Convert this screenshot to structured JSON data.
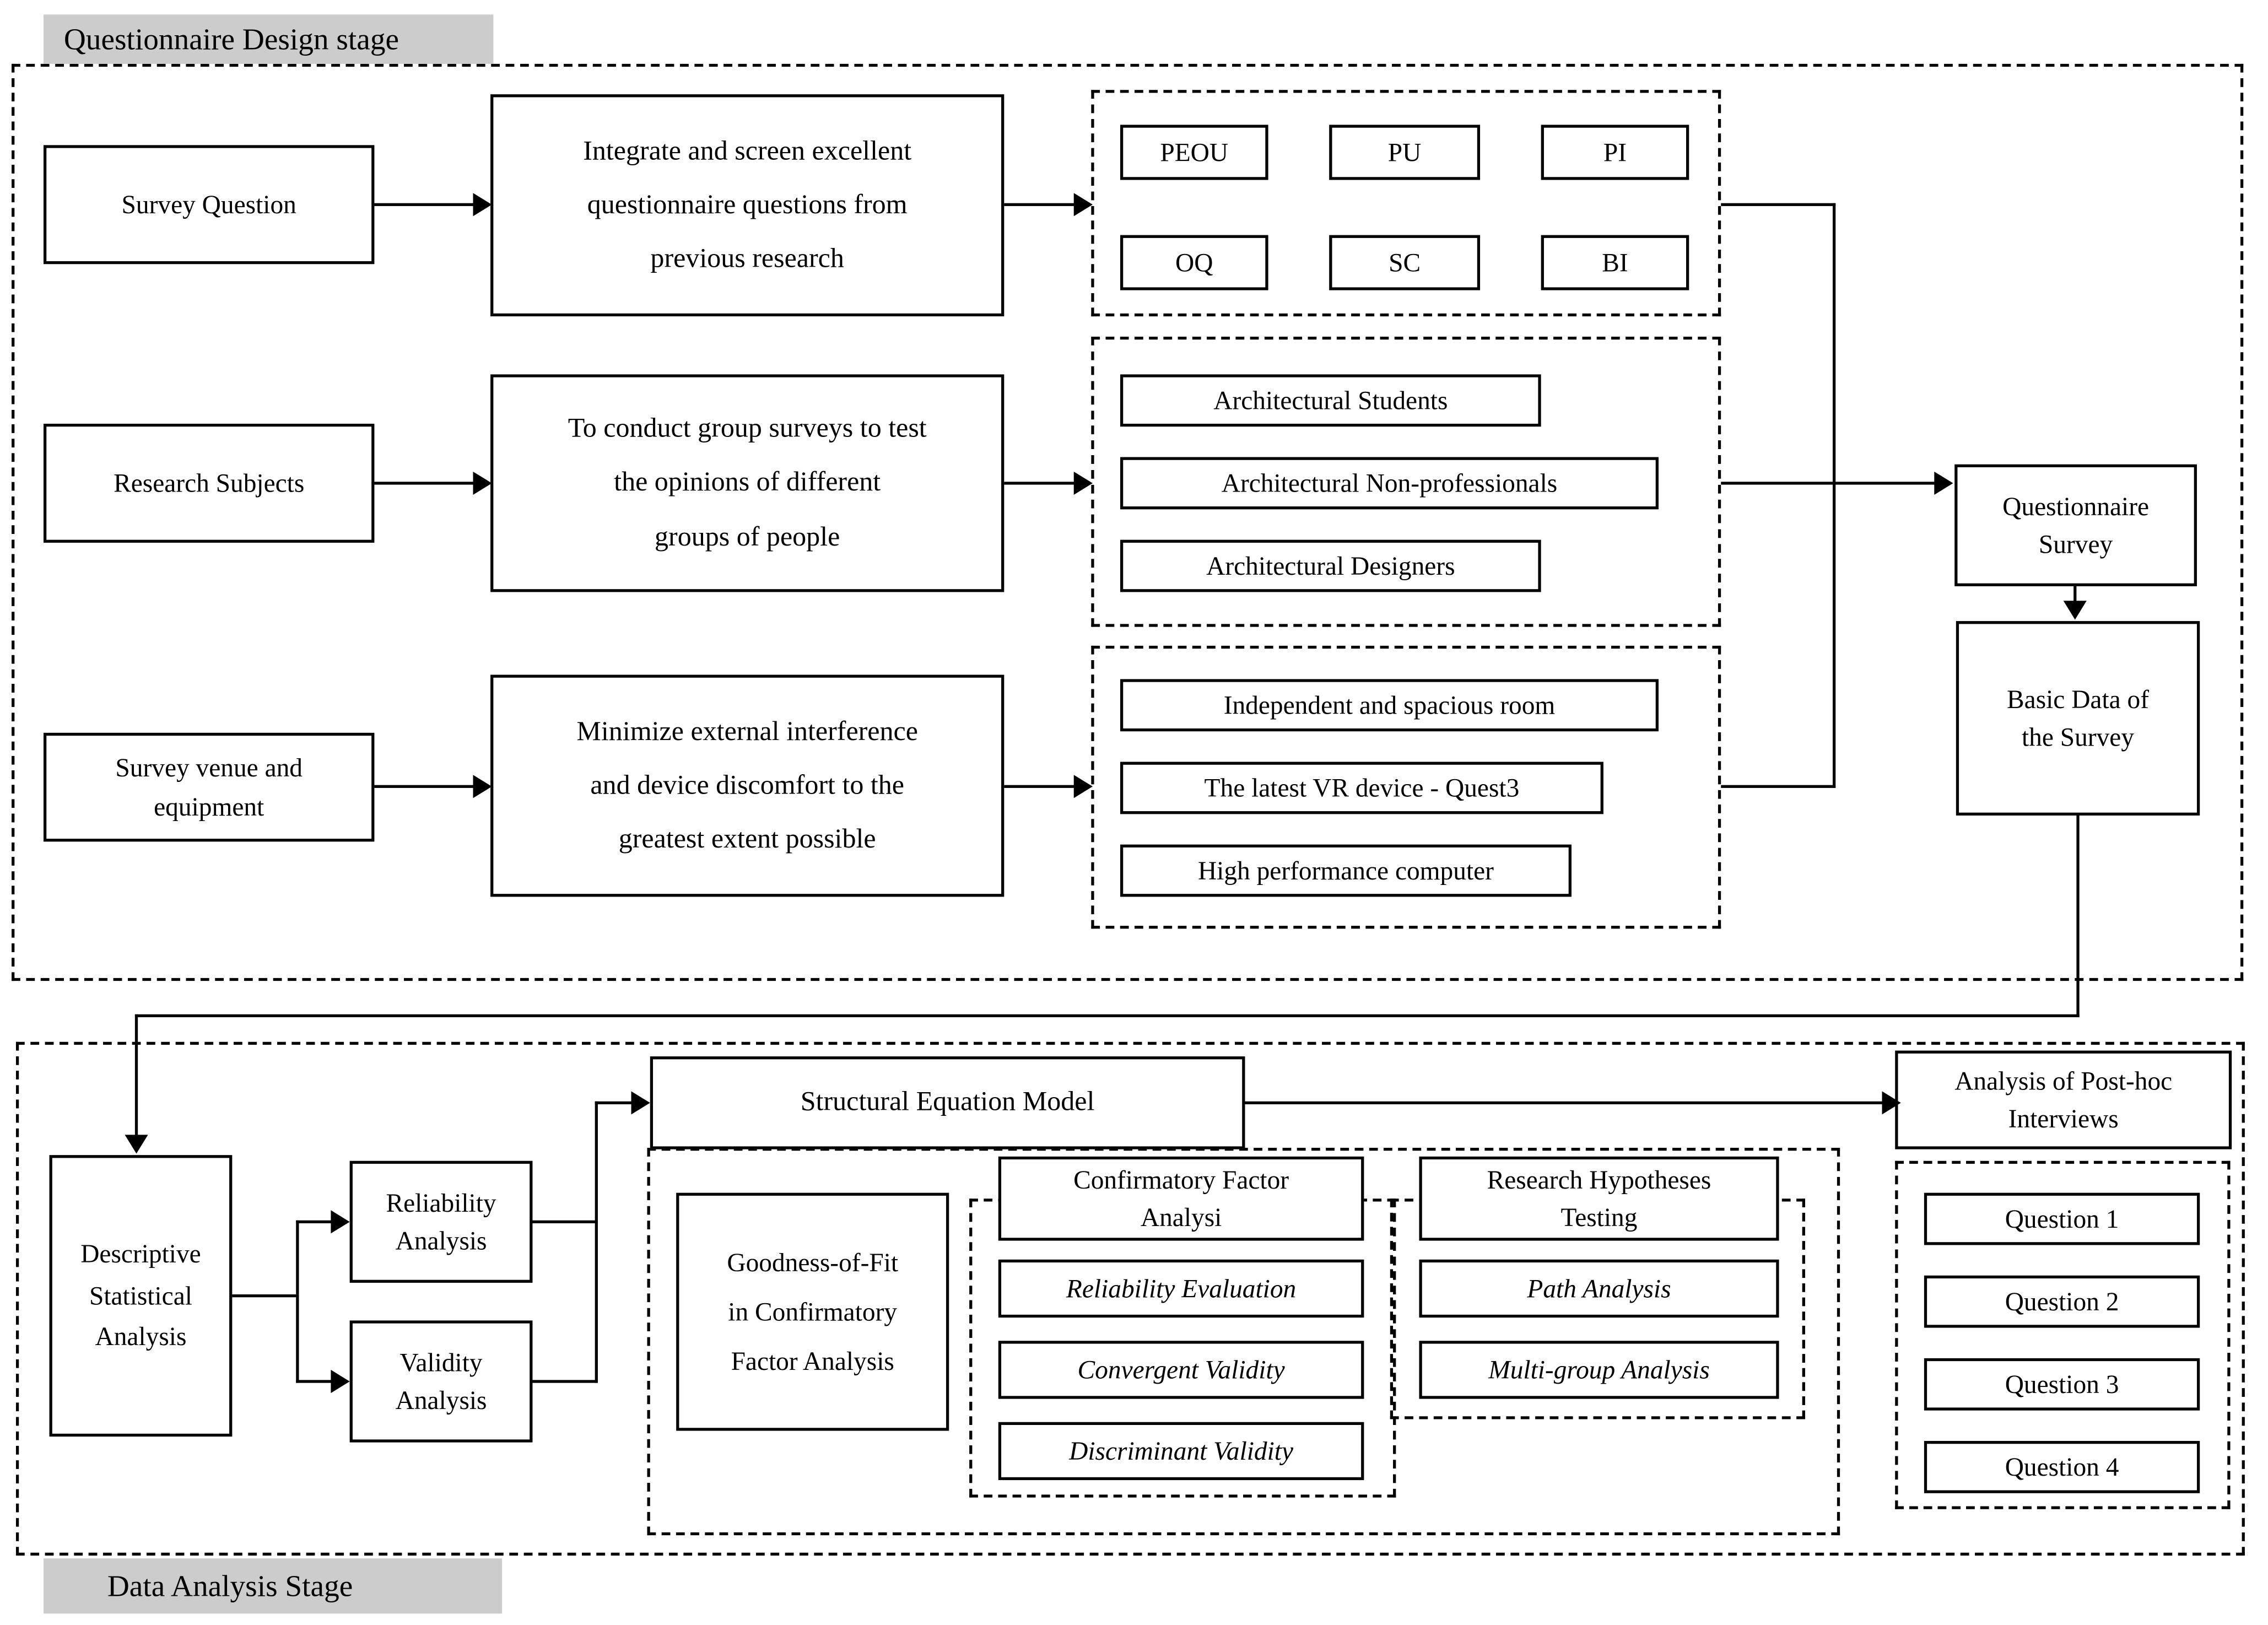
{
  "stage1": {
    "label": "Questionnaire Design stage",
    "rows": [
      {
        "source": "Survey Question",
        "action": "Integrate and screen excellent\nquestionnaire questions from\nprevious research",
        "outputs": [
          "PEOU",
          "PU",
          "PI",
          "OQ",
          "SC",
          "BI"
        ]
      },
      {
        "source": "Research Subjects",
        "action": "To conduct group surveys to test\nthe opinions of different\ngroups of people",
        "outputs": [
          "Architectural Students",
          "Architectural Non-professionals",
          "Architectural Designers"
        ]
      },
      {
        "source": "Survey venue and\nequipment",
        "action": "Minimize external interference\nand device discomfort to the\ngreatest extent possible",
        "outputs": [
          "Independent and spacious room",
          "The latest VR device - Quest3",
          "High performance computer"
        ]
      }
    ],
    "questionnaire_survey": "Questionnaire\nSurvey",
    "basic_data": "Basic Data of\nthe Survey"
  },
  "stage2": {
    "label": "Data Analysis Stage",
    "descriptive": "Descriptive\nStatistical\nAnalysis",
    "reliability": "Reliability\nAnalysis",
    "validity": "Validity\nAnalysis",
    "sem": "Structural Equation Model",
    "goodness_of_fit": "Goodness-of-Fit\nin Confirmatory\nFactor Analysis",
    "cfa": {
      "title": "Confirmatory Factor\nAnalysi",
      "items": [
        "Reliability Evaluation",
        "Convergent Validity",
        "Discriminant Validity"
      ]
    },
    "hypotheses": {
      "title": "Research Hypotheses\nTesting",
      "items": [
        "Path Analysis",
        "Multi-group Analysis"
      ]
    },
    "interviews": {
      "title": "Analysis of Post-hoc\nInterviews",
      "items": [
        "Question 1",
        "Question 2",
        "Question 3",
        "Question 4"
      ]
    }
  },
  "colors": {
    "label_bg": "#cccccc",
    "line": "#000000",
    "background": "#ffffff"
  }
}
